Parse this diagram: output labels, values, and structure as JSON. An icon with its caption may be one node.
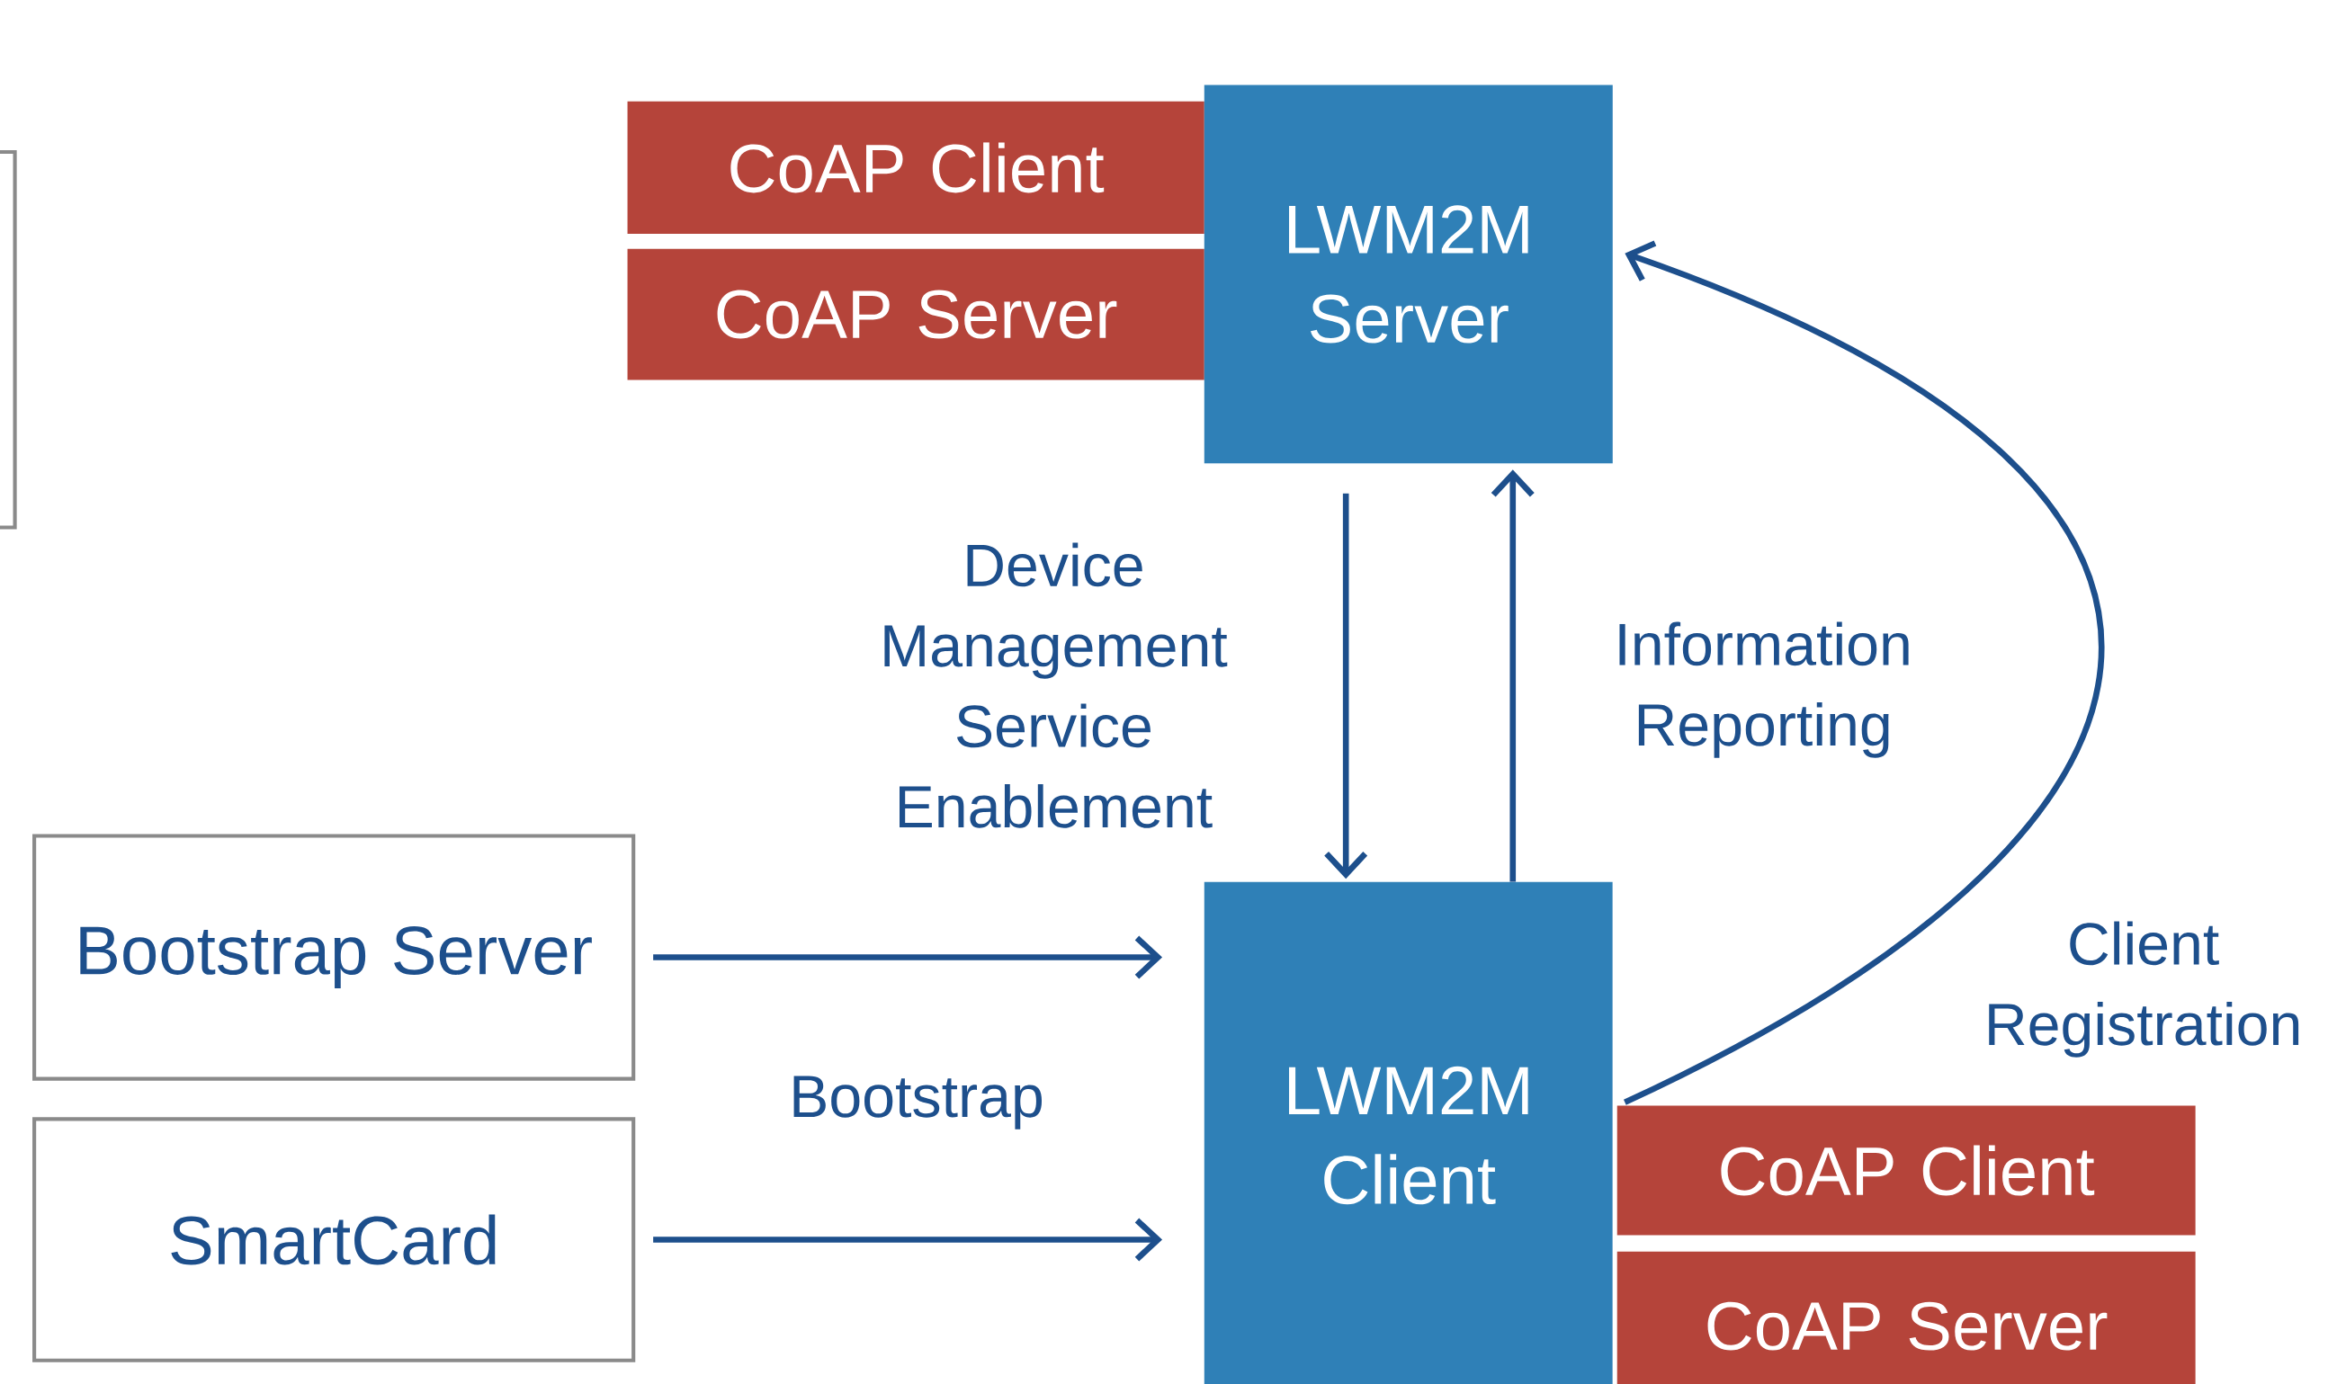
{
  "diagram": {
    "nodes": [
      {
        "text": [],
        "shape": "box"
      },
      {
        "text": [
          "CoAP Client"
        ]
      },
      {
        "text": [
          "CoAP Server"
        ]
      },
      {
        "text": [
          "LWM2M Server"
        ]
      },
      {
        "text": [
          "Bootstrap Server"
        ]
      },
      {
        "text": [
          "SmartCard"
        ]
      },
      {
        "text": [
          "LWM2M Client"
        ]
      },
      {
        "text": [
          "CoAP Client"
        ]
      },
      {
        "text": [
          "CoAP Server"
        ]
      }
    ],
    "edges": [
      {
        "from": 3,
        "to": 6,
        "arrow": "to",
        "label": "Device Management Service Enablement"
      },
      {
        "from": 6,
        "to": 3,
        "arrow": "to",
        "label": "Information Reporting"
      },
      {
        "from": 6,
        "to": 3,
        "arrow": "to",
        "label": "Client Registration"
      },
      {
        "from": 4,
        "to": 6,
        "arrow": "to",
        "label": "Bootstrap"
      },
      {
        "from": 5,
        "to": 6,
        "arrow": "to"
      }
    ]
  }
}
